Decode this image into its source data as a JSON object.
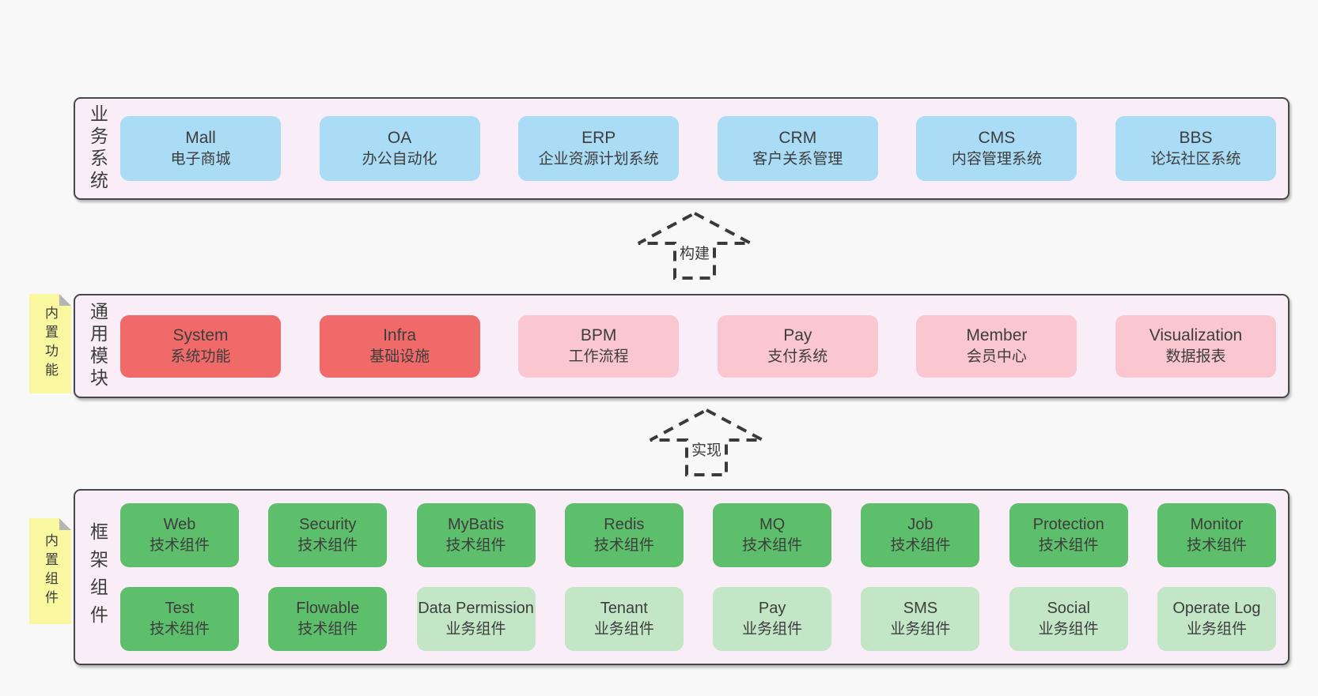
{
  "colors": {
    "page_background": "#f8f8f8",
    "layer_fill": "#f9eef8",
    "layer_border": "#474747",
    "box_blue": "#abdcf6",
    "box_red": "#f06a6a",
    "box_pink": "#fac7d0",
    "box_green_dark": "#5dbe6b",
    "box_green_light": "#c3e6c6",
    "tag_yellow": "#faf7a1",
    "tag_fold_gray": "#b5b5b5",
    "text": "#3d3d3d"
  },
  "arrows": {
    "build": "构建",
    "implement": "实现"
  },
  "layers": {
    "business": {
      "label": "业务系统",
      "boxes": [
        {
          "en": "Mall",
          "zh": "电子商城"
        },
        {
          "en": "OA",
          "zh": "办公自动化"
        },
        {
          "en": "ERP",
          "zh": "企业资源计划系统"
        },
        {
          "en": "CRM",
          "zh": "客户关系管理"
        },
        {
          "en": "CMS",
          "zh": "内容管理系统"
        },
        {
          "en": "BBS",
          "zh": "论坛社区系统"
        }
      ]
    },
    "modules": {
      "label": "通用模块",
      "tag": "内置功能",
      "boxes": [
        {
          "en": "System",
          "zh": "系统功能"
        },
        {
          "en": "Infra",
          "zh": "基础设施"
        },
        {
          "en": "BPM",
          "zh": "工作流程"
        },
        {
          "en": "Pay",
          "zh": "支付系统"
        },
        {
          "en": "Member",
          "zh": "会员中心"
        },
        {
          "en": "Visualization",
          "zh": "数据报表"
        }
      ]
    },
    "components": {
      "label": "框架组件",
      "tag": "内置组件",
      "row1": [
        {
          "en": "Web",
          "zh": "技术组件"
        },
        {
          "en": "Security",
          "zh": "技术组件"
        },
        {
          "en": "MyBatis",
          "zh": "技术组件"
        },
        {
          "en": "Redis",
          "zh": "技术组件"
        },
        {
          "en": "MQ",
          "zh": "技术组件"
        },
        {
          "en": "Job",
          "zh": "技术组件"
        },
        {
          "en": "Protection",
          "zh": "技术组件"
        },
        {
          "en": "Monitor",
          "zh": "技术组件"
        }
      ],
      "row2": [
        {
          "en": "Test",
          "zh": "技术组件"
        },
        {
          "en": "Flowable",
          "zh": "技术组件"
        },
        {
          "en": "Data Permission",
          "zh": "业务组件"
        },
        {
          "en": "Tenant",
          "zh": "业务组件"
        },
        {
          "en": "Pay",
          "zh": "业务组件"
        },
        {
          "en": "SMS",
          "zh": "业务组件"
        },
        {
          "en": "Social",
          "zh": "业务组件"
        },
        {
          "en": "Operate Log",
          "zh": "业务组件"
        }
      ]
    }
  }
}
